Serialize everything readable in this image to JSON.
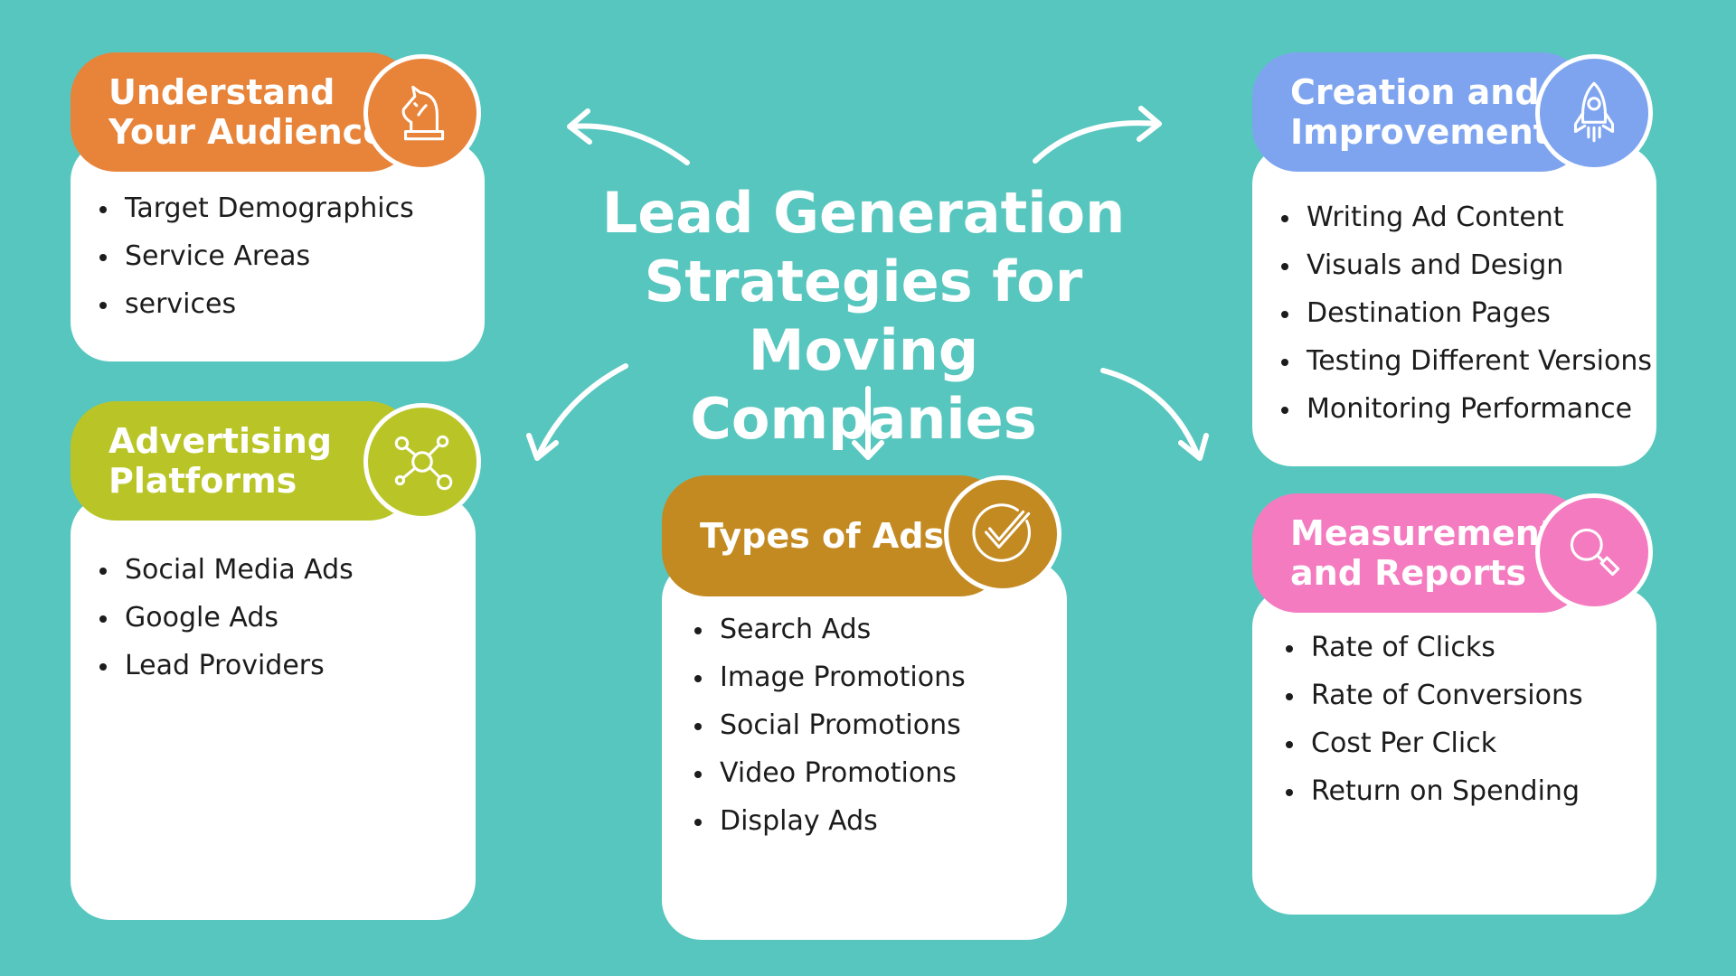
{
  "title": {
    "line1": "Lead Generation",
    "line2": "Strategies for Moving",
    "line3": "Companies"
  },
  "colors": {
    "background": "#57c6be",
    "audience": "#e8843a",
    "creation": "#7ea4f0",
    "advertising": "#b9c526",
    "types": "#c48a22",
    "measurements": "#f47bc0"
  },
  "cards": {
    "audience": {
      "title_line1": "Understand",
      "title_line2": "Your Audience",
      "icon": "chess-knight-icon",
      "items": [
        "Target Demographics",
        "Service Areas",
        "services"
      ]
    },
    "creation": {
      "title_line1": "Creation and",
      "title_line2": "Improvement",
      "icon": "rocket-icon",
      "items": [
        "Writing Ad Content",
        "Visuals and Design",
        "Destination Pages",
        "Testing Different Versions",
        "Monitoring Performance"
      ]
    },
    "advertising": {
      "title_line1": "Advertising",
      "title_line2": "Platforms",
      "icon": "network-icon",
      "items": [
        "Social Media Ads",
        "Google Ads",
        "Lead Providers"
      ]
    },
    "types": {
      "title_line1": "Types of Ads",
      "icon": "checkmark-icon",
      "items": [
        "Search Ads",
        "Image Promotions",
        "Social Promotions",
        "Video Promotions",
        "Display Ads"
      ]
    },
    "measurements": {
      "title_line1": "Measurements",
      "title_line2": "and Reports",
      "icon": "magnifier-icon",
      "items": [
        "Rate of Clicks",
        "Rate of Conversions",
        "Cost Per Click",
        "Return on Spending"
      ]
    }
  }
}
